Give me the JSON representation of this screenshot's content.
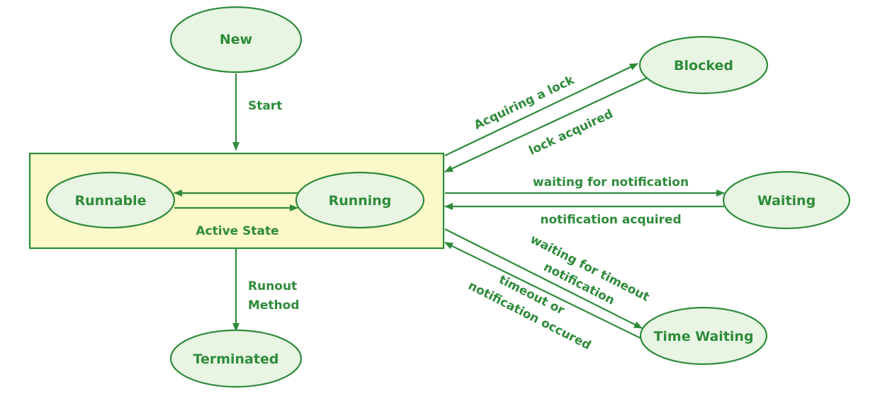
{
  "colors": {
    "stroke": "#2e8b3a",
    "text": "#2e8b3a",
    "state_fill": "#e8f5e3",
    "active_box_fill": "#fbf8c9",
    "background": "#ffffff"
  },
  "states": {
    "new": "New",
    "runnable": "Runnable",
    "running": "Running",
    "blocked": "Blocked",
    "waiting": "Waiting",
    "time_waiting": "Time Waiting",
    "terminated": "Terminated"
  },
  "group": {
    "active_state": "Active State"
  },
  "transitions": {
    "start": "Start",
    "runout_line1": "Runout",
    "runout_line2": "Method",
    "acquiring_lock": "Acquiring a lock",
    "lock_acquired": "lock acquired",
    "waiting_for_notification": "waiting for notification",
    "notification_acquired": "notification acquired",
    "wait_timeout_line1": "waiting for timeout",
    "wait_timeout_line2": "notification",
    "timeout_line1": "timeout or",
    "timeout_line2": "notification occured"
  }
}
